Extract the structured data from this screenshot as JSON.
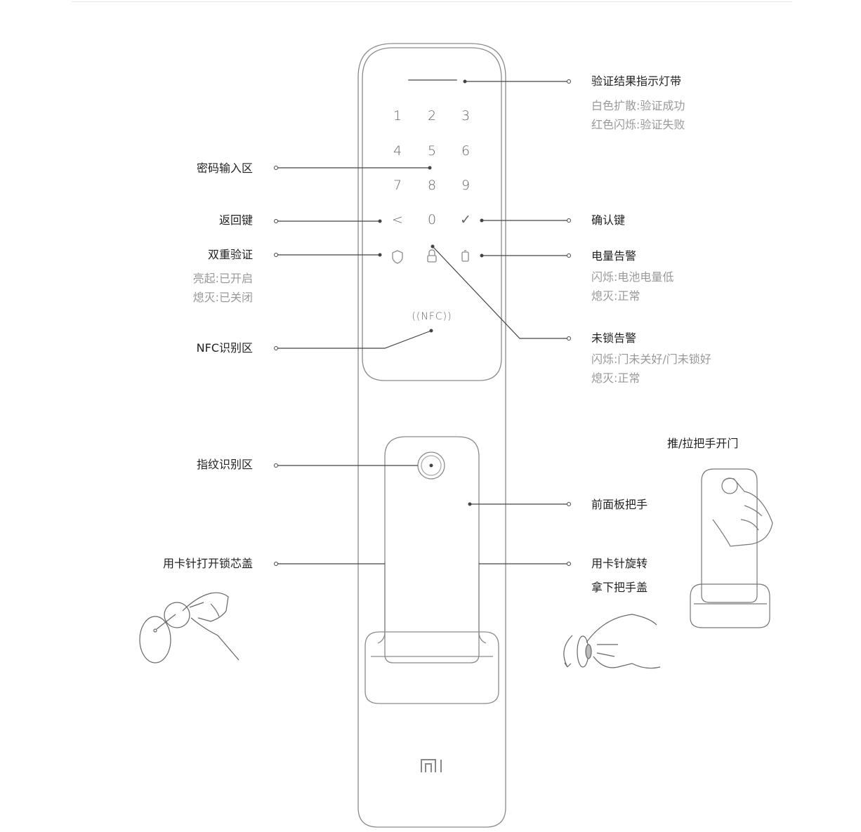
{
  "labels": {
    "indicator": {
      "title": "验证结果指示灯带",
      "lines": [
        "白色扩散:验证成功",
        "红色闪烁:验证失败"
      ]
    },
    "keypad_area": {
      "title": "密码输入区"
    },
    "back_key": {
      "title": "返回键"
    },
    "confirm_key": {
      "title": "确认键"
    },
    "dual_verify": {
      "title": "双重验证",
      "lines": [
        "亮起:已开启",
        "熄灭:已关闭"
      ]
    },
    "battery_alarm": {
      "title": "电量告警",
      "lines": [
        "闪烁:电池电量低",
        "熄灭:正常"
      ]
    },
    "unlock_alarm": {
      "title": "未锁告警",
      "lines": [
        "闪烁:门未关好/门未锁好",
        "熄灭:正常"
      ]
    },
    "nfc_area": {
      "title": "NFC识别区"
    },
    "fingerprint_area": {
      "title": "指纹识别区"
    },
    "front_handle": {
      "title": "前面板把手"
    },
    "pin_open_cover": {
      "title": "用卡针打开锁芯盖"
    },
    "pin_rotate": {
      "lines": [
        "用卡针旋转",
        "拿下把手盖"
      ]
    },
    "push_pull": {
      "title": "推/拉把手开门"
    }
  },
  "keypad": {
    "rows": [
      [
        "1",
        "2",
        "3"
      ],
      [
        "4",
        "5",
        "6"
      ],
      [
        "7",
        "8",
        "9"
      ],
      [
        "<",
        "0",
        "✓"
      ]
    ]
  },
  "nfc_text": "((NFC))",
  "logo_text": "MI",
  "colors": {
    "line": "#444444",
    "outline": "#888888",
    "title": "#222222",
    "sub": "#999999"
  }
}
